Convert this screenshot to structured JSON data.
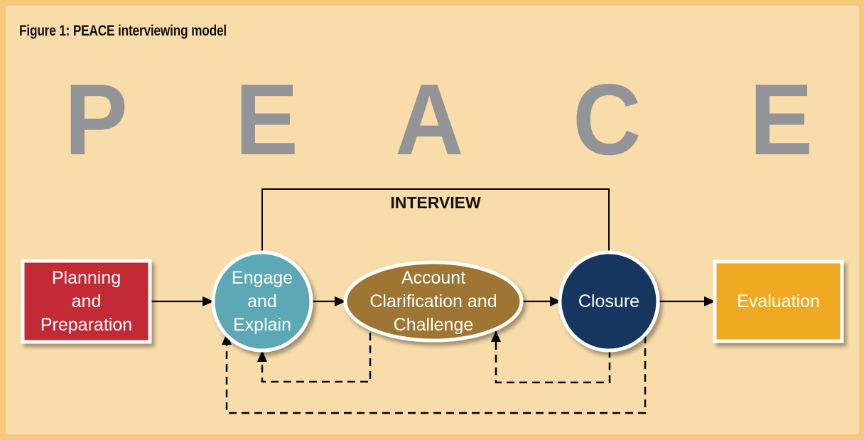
{
  "figure": {
    "title": "Figure 1: PEACE interviewing model",
    "acronym_letters": [
      "P",
      "E",
      "A",
      "C",
      "E"
    ],
    "interview_label": "INTERVIEW"
  },
  "colors": {
    "outer_border": "#f5c87a",
    "background": "#f8dcaa",
    "letters": "#939497",
    "planning": "#c22a35",
    "engage": "#5ca9b5",
    "account": "#9e7432",
    "closure": "#13365f",
    "evaluation": "#efa924"
  },
  "nodes": [
    {
      "id": "planning",
      "shape": "rectangle",
      "lines": [
        "Planning",
        "and",
        "Preparation"
      ]
    },
    {
      "id": "engage",
      "shape": "circle",
      "lines": [
        "Engage",
        "and",
        "Explain"
      ]
    },
    {
      "id": "account",
      "shape": "ellipse",
      "lines": [
        "Account",
        "Clarification and",
        "Challenge"
      ]
    },
    {
      "id": "closure",
      "shape": "circle",
      "lines": [
        "Closure"
      ]
    },
    {
      "id": "evaluation",
      "shape": "rectangle",
      "lines": [
        "Evaluation"
      ]
    }
  ],
  "edges": [
    {
      "from": "planning",
      "to": "engage",
      "style": "solid"
    },
    {
      "from": "engage",
      "to": "account",
      "style": "solid"
    },
    {
      "from": "account",
      "to": "closure",
      "style": "solid"
    },
    {
      "from": "closure",
      "to": "evaluation",
      "style": "solid"
    },
    {
      "from": "account",
      "to": "engage",
      "style": "dashed"
    },
    {
      "from": "closure",
      "to": "account",
      "style": "dashed"
    },
    {
      "from": "closure",
      "to": "engage",
      "style": "dashed"
    }
  ],
  "groups": [
    {
      "label": "INTERVIEW",
      "spans": [
        "engage",
        "closure"
      ]
    }
  ]
}
